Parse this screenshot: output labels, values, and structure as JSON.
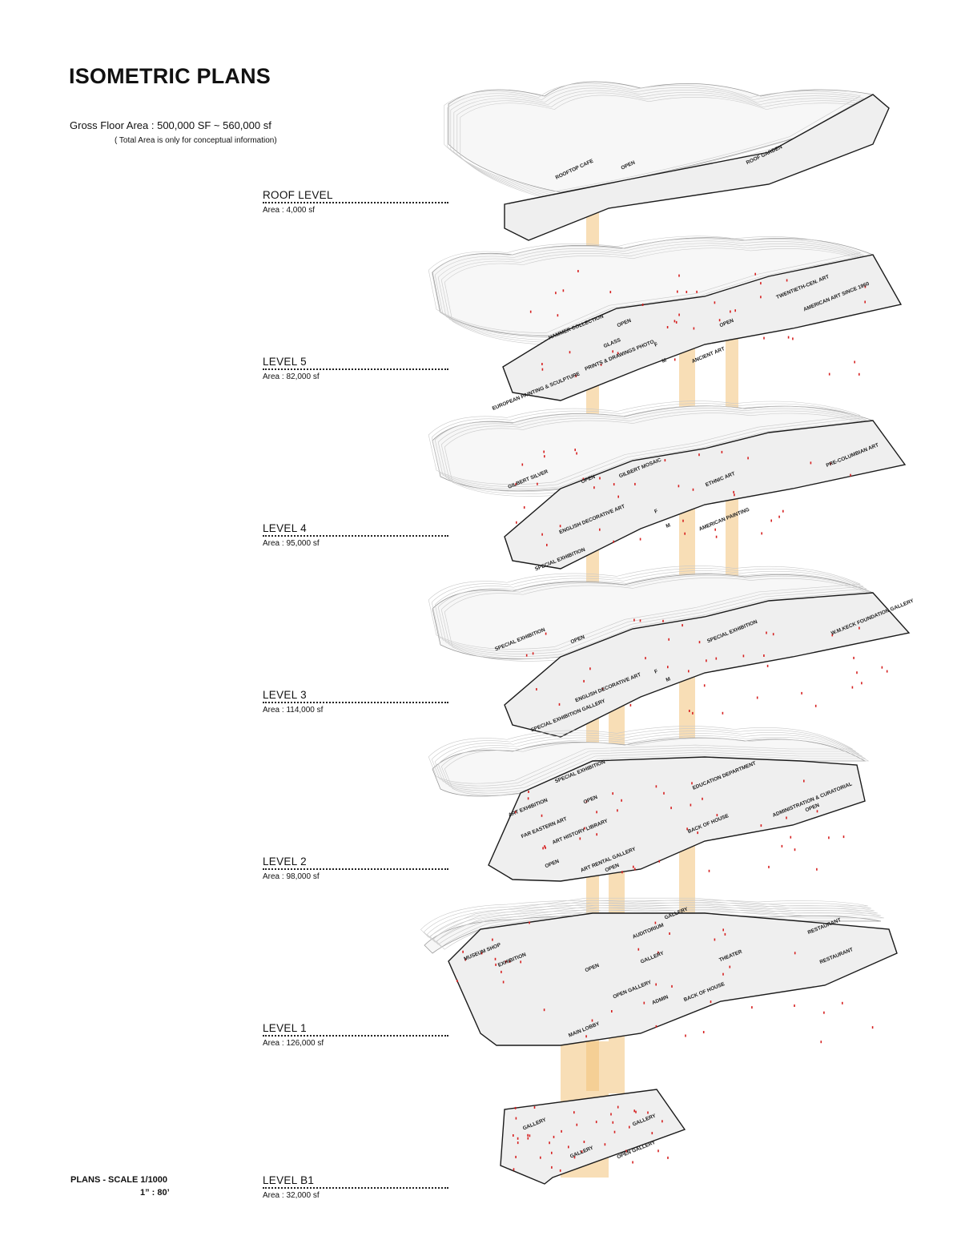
{
  "header": {
    "title": "ISOMETRIC PLANS",
    "gross_floor_area": "Gross Floor Area :  500,000 SF ~ 560,000 sf",
    "note": "( Total Area is only for conceptual information)"
  },
  "scale": {
    "line1": "PLANS - SCALE 1/1000",
    "line2": "1” : 80’"
  },
  "colors": {
    "floor_fill": "#efefef",
    "floor_stroke": "#1a1a1a",
    "shaft_fill": "#f3c27a",
    "marker_red": "#d62020"
  },
  "levels": [
    {
      "id": "roof",
      "name": "ROOF LEVEL",
      "area": "Area : 4,000 sf",
      "rooms": [
        "ROOFTOP CAFE",
        "OPEN",
        "ROOF GARDEN"
      ]
    },
    {
      "id": "l5",
      "name": "LEVEL 5",
      "area": "Area : 82,000 sf",
      "rooms": [
        "TWENTIETH-CEN. ART",
        "AMERICAN ART SINCE 1960",
        "HAMMER COLLECTION",
        "OPEN",
        "GLASS",
        "PRINTS & DRAWINGS PHOTO.",
        "F",
        "M",
        "ANCIENT ART",
        "OPEN",
        "EUROPEAN PAINTING & SCULPTURE"
      ]
    },
    {
      "id": "l4",
      "name": "LEVEL 4",
      "area": "Area : 95,000 sf",
      "rooms": [
        "GILBERT SILVER",
        "OPEN",
        "GILBERT MOSAIC",
        "ETHNIC ART",
        "PRE-COLUMBIAN ART",
        "ENGLISH DECORATIVE ART",
        "F",
        "M",
        "AMERICAN PAINTING",
        "SPECIAL EXHIBITION"
      ]
    },
    {
      "id": "l3",
      "name": "LEVEL 3",
      "area": "Area : 114,000 sf",
      "rooms": [
        "SPECIAL EXHIBITION",
        "OPEN",
        "SPECIAL EXHIBITION",
        "W.M.KECK FOUNDATION GALLERY",
        "ENGLISH DECORATIVE ART",
        "F",
        "M",
        "SPECIAL EXHIBITION GALLERY"
      ]
    },
    {
      "id": "l2",
      "name": "LEVEL 2",
      "area": "Area : 98,000 sf",
      "rooms": [
        "SPECIAL EXHIBITION",
        "ART EXHIBITION",
        "OPEN",
        "EDUCATION DEPARTMENT",
        "ADMINISTRATION & CURATORIAL",
        "OPEN",
        "FAR EASTERN ART",
        "ART HISTORY LIBRARY",
        "BACK OF HOUSE",
        "ART RENTAL GALLERY",
        "OPEN",
        "OPEN"
      ]
    },
    {
      "id": "l1",
      "name": "LEVEL 1",
      "area": "Area : 126,000 sf",
      "rooms": [
        "GALLERY",
        "AUDITORIUM",
        "RESTAURANT",
        "MUSEUM SHOP",
        "EXHIBITION",
        "GALLERY",
        "THEATER",
        "RESTAURANT",
        "OPEN",
        "OPEN GALLERY",
        "ADMIN",
        "BACK OF HOUSE",
        "MAIN LOBBY"
      ]
    },
    {
      "id": "b1",
      "name": "LEVEL B1",
      "area": "Area : 32,000 sf",
      "rooms": [
        "GALLERY",
        "GALLERY",
        "GALLERY",
        "OPEN GALLERY"
      ]
    }
  ]
}
